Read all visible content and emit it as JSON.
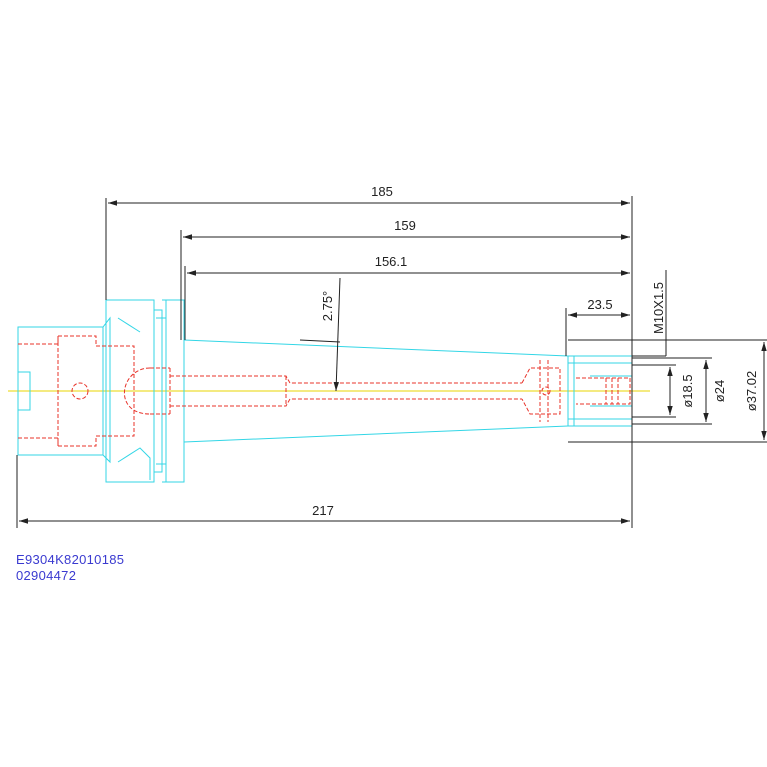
{
  "colors": {
    "body_outline": "#33d6e6",
    "hidden_lines": "#e8332a",
    "centerline": "#e8d400",
    "dimension": "#222222",
    "code_text": "#3a3ad0"
  },
  "dimensions": {
    "overall_length": "185",
    "length_159": "159",
    "length_156": "156.1",
    "bore_depth": "23.5",
    "taper_angle": "2.75°",
    "total_length": "217",
    "thread": "M10X1.5",
    "dia_small": "ø18.5",
    "dia_mid": "ø24",
    "dia_large": "ø37.02"
  },
  "part_codes": {
    "line1": "E9304K82010185",
    "line2": "02904472"
  }
}
